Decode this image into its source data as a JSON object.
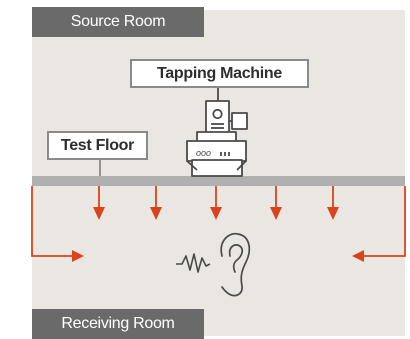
{
  "source_room": {
    "label": "Source Room"
  },
  "receiving_room": {
    "label": "Receiving Room"
  },
  "tapping_machine": {
    "label": "Tapping Machine",
    "icon": "tapping-machine-icon"
  },
  "test_floor": {
    "label": "Test Floor"
  },
  "ear": {
    "icon": "ear-icon"
  },
  "colors": {
    "room_background": "#eae7e2",
    "label_background": "#6a6a6a",
    "arrow": "#d9441c",
    "floor_slab": "#b0b0b0",
    "machine_stroke": "#4a4a4a",
    "tag_border": "#8a8a8a"
  }
}
